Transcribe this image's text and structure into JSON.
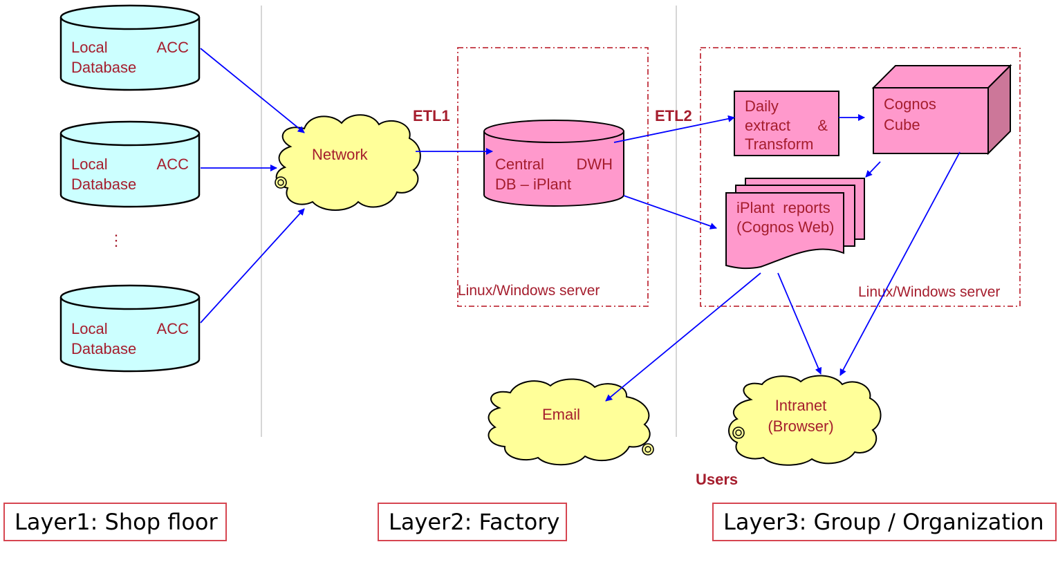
{
  "colors": {
    "db_fill": "#ccffff",
    "pink_fill": "#ff99cc",
    "pink_dark": "#cc7799",
    "cloud_fill": "#ffff99",
    "arrow": "#0000ff",
    "label": "#a51d2d",
    "divider": "#c8c8c8",
    "server_border": "#c0303c"
  },
  "layer1": {
    "databases": [
      {
        "line1_left": "Local",
        "line1_right": "ACC",
        "line2": "Database"
      },
      {
        "line1_left": "Local",
        "line1_right": "ACC",
        "line2": "Database"
      },
      {
        "line1_left": "Local",
        "line1_right": "ACC",
        "line2": "Database"
      }
    ],
    "ellipsis": "⋮"
  },
  "network": {
    "label": "Network"
  },
  "etl": {
    "etl1": "ETL1",
    "etl2": "ETL2"
  },
  "central_db": {
    "line1_left": "Central",
    "line1_right": "DWH",
    "line2": "DB – iPlant"
  },
  "server_label_left": "Linux/Windows server",
  "server_label_right": "Linux/Windows server",
  "daily": {
    "line1": "Daily",
    "line2_left": "extract",
    "line2_right": "&",
    "line3": "Transform"
  },
  "cube": {
    "line1": "Cognos",
    "line2": "Cube"
  },
  "reports": {
    "line1": "iPlant  reports",
    "line2": "(Cognos Web)"
  },
  "email": {
    "label": "Email"
  },
  "intranet": {
    "line1": "Intranet",
    "line2": "(Browser)"
  },
  "users": "Users",
  "layers": {
    "l1": "Layer1: Shop floor",
    "l2": "Layer2: Factory",
    "l3": "Layer3: Group / Organization"
  }
}
